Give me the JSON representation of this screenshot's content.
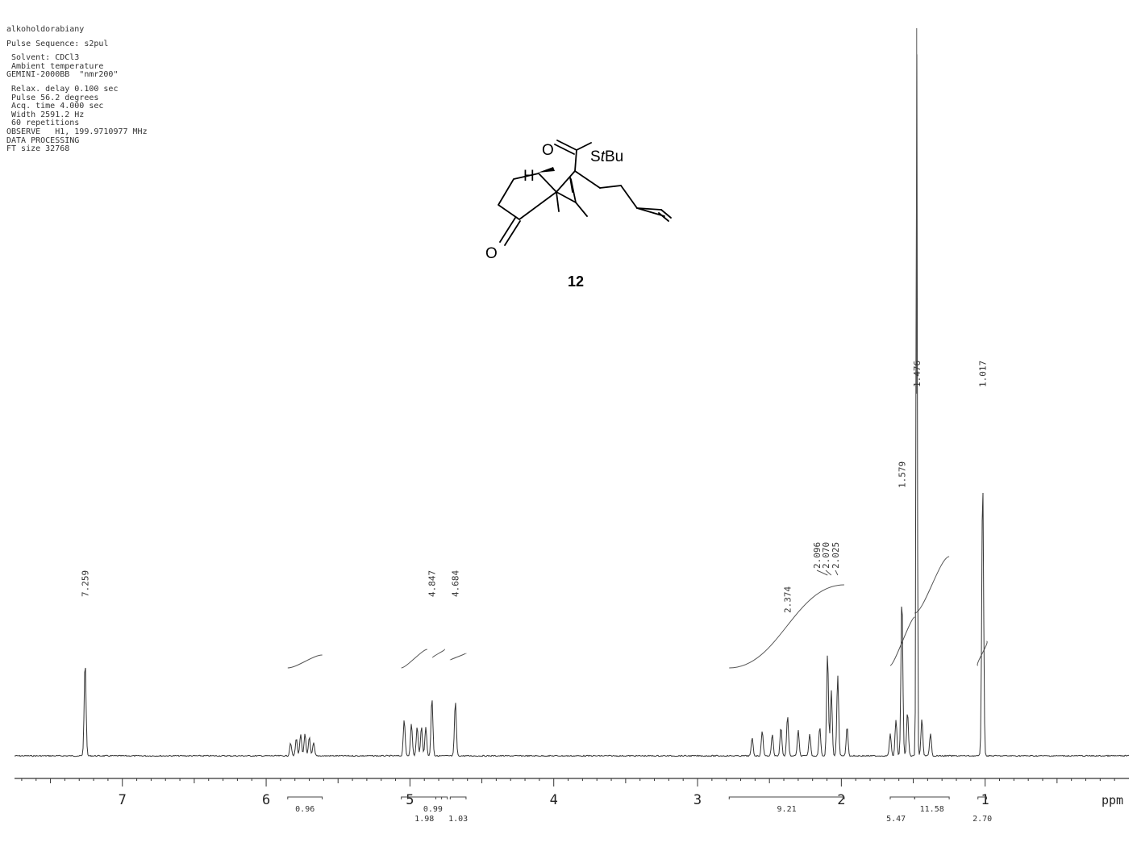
{
  "parameters": {
    "sample_name": "alkoholdorabiany",
    "lines": [
      {
        "text": "Pulse Sequence: s2pul",
        "gap": true
      },
      {
        "text": " Solvent: CDCl3",
        "gap": true
      },
      {
        "text": " Ambient temperature",
        "gap": false
      },
      {
        "text": "GEMINI-2000BB  \"nmr200\"",
        "gap": false
      },
      {
        "text": " Relax. delay 0.100 sec",
        "gap": true
      },
      {
        "text": " Pulse 56.2 degrees",
        "gap": false
      },
      {
        "text": " Acq. time 4.000 sec",
        "gap": false
      },
      {
        "text": " Width 2591.2 Hz",
        "gap": false
      },
      {
        "text": " 60 repetitions",
        "gap": false
      },
      {
        "text": "OBSERVE   H1, 199.9710977 MHz",
        "gap": false
      },
      {
        "text": "DATA PROCESSING",
        "gap": false
      },
      {
        "text": "FT size 32768",
        "gap": false
      }
    ]
  },
  "molecule": {
    "label": "12",
    "thioester_prefix": "S",
    "thioester_italic": "t",
    "thioester_suffix": "Bu",
    "atom_o": "O",
    "atom_h": "H"
  },
  "chart_data": {
    "type": "line",
    "xlabel": "ppm",
    "xlim": [
      7.75,
      0.0
    ],
    "x_reversed": true,
    "major_ticks": [
      7,
      6,
      5,
      4,
      3,
      2,
      1
    ],
    "tick_labels": [
      "7",
      "6",
      "5",
      "4",
      "3",
      "2",
      "1"
    ],
    "peaks": [
      {
        "ppm": 7.259,
        "height": 0.13,
        "labeled": true
      },
      {
        "ppm": 5.83,
        "height": 0.018,
        "labeled": false
      },
      {
        "ppm": 5.79,
        "height": 0.024,
        "labeled": false
      },
      {
        "ppm": 5.76,
        "height": 0.03,
        "labeled": false
      },
      {
        "ppm": 5.73,
        "height": 0.03,
        "labeled": false
      },
      {
        "ppm": 5.7,
        "height": 0.026,
        "labeled": false
      },
      {
        "ppm": 5.67,
        "height": 0.018,
        "labeled": false
      },
      {
        "ppm": 5.04,
        "height": 0.05,
        "labeled": false
      },
      {
        "ppm": 4.99,
        "height": 0.045,
        "labeled": false
      },
      {
        "ppm": 4.95,
        "height": 0.04,
        "labeled": false
      },
      {
        "ppm": 4.92,
        "height": 0.04,
        "labeled": false
      },
      {
        "ppm": 4.89,
        "height": 0.04,
        "labeled": false
      },
      {
        "ppm": 4.847,
        "height": 0.08,
        "labeled": true
      },
      {
        "ppm": 4.684,
        "height": 0.075,
        "labeled": true
      },
      {
        "ppm": 2.62,
        "height": 0.025,
        "labeled": false
      },
      {
        "ppm": 2.55,
        "height": 0.035,
        "labeled": false
      },
      {
        "ppm": 2.48,
        "height": 0.03,
        "labeled": false
      },
      {
        "ppm": 2.42,
        "height": 0.04,
        "labeled": false
      },
      {
        "ppm": 2.374,
        "height": 0.055,
        "labeled": true
      },
      {
        "ppm": 2.3,
        "height": 0.035,
        "labeled": false
      },
      {
        "ppm": 2.22,
        "height": 0.03,
        "labeled": false
      },
      {
        "ppm": 2.15,
        "height": 0.04,
        "labeled": false
      },
      {
        "ppm": 2.096,
        "height": 0.14,
        "labeled": true
      },
      {
        "ppm": 2.07,
        "height": 0.09,
        "labeled": true
      },
      {
        "ppm": 2.025,
        "height": 0.11,
        "labeled": true
      },
      {
        "ppm": 1.96,
        "height": 0.04,
        "labeled": false
      },
      {
        "ppm": 1.66,
        "height": 0.03,
        "labeled": false
      },
      {
        "ppm": 1.62,
        "height": 0.05,
        "labeled": false
      },
      {
        "ppm": 1.579,
        "height": 0.22,
        "labeled": true
      },
      {
        "ppm": 1.54,
        "height": 0.06,
        "labeled": false
      },
      {
        "ppm": 1.476,
        "height": 1.0,
        "labeled": true
      },
      {
        "ppm": 1.44,
        "height": 0.05,
        "labeled": false
      },
      {
        "ppm": 1.38,
        "height": 0.03,
        "labeled": false
      },
      {
        "ppm": 1.017,
        "height": 0.38,
        "labeled": true
      }
    ],
    "peak_labels": [
      "7.259",
      "4.847",
      "4.684",
      "2.374",
      "2.096",
      "2.070",
      "2.025",
      "1.579",
      "1.476",
      "1.017"
    ],
    "integrations": [
      {
        "from": 5.85,
        "to": 5.61,
        "value": "0.96"
      },
      {
        "from": 5.06,
        "to": 4.78,
        "value": "0.99"
      },
      {
        "from": 4.82,
        "to": 4.74,
        "value": "1.98"
      },
      {
        "from": 4.72,
        "to": 4.61,
        "value": "1.03"
      },
      {
        "from": 2.78,
        "to": 1.98,
        "value": "9.21"
      },
      {
        "from": 1.66,
        "to": 1.49,
        "value": "5.47"
      },
      {
        "from": 1.49,
        "to": 1.25,
        "value": "11.58"
      },
      {
        "from": 1.05,
        "to": 0.99,
        "value": "2.70"
      }
    ]
  }
}
